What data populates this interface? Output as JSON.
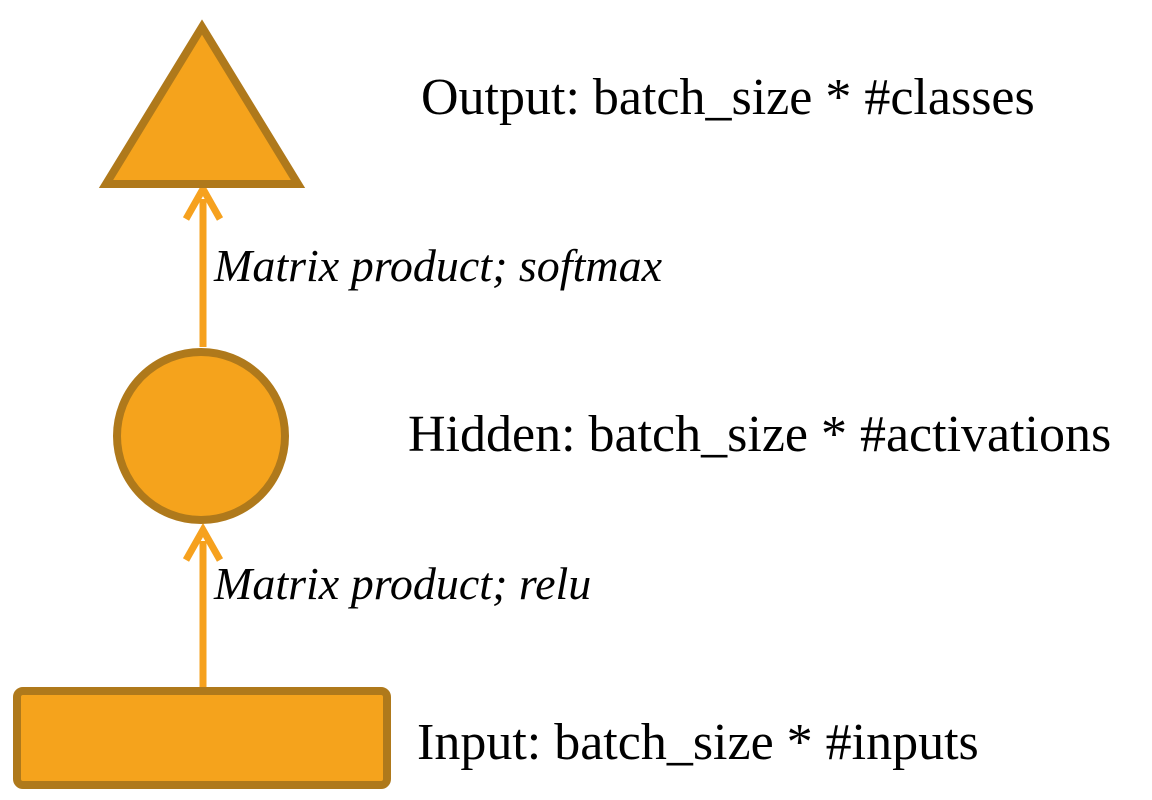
{
  "diagram": {
    "background": "#ffffff",
    "colors": {
      "shape_fill": "#F5A31C",
      "shape_stroke": "#AF791B",
      "arrow": "#F6A11E",
      "text": "#000000"
    },
    "nodes": [
      {
        "id": "output",
        "shape": "triangle",
        "label": "Output: batch_size * #classes"
      },
      {
        "id": "hidden",
        "shape": "circle",
        "label": "Hidden: batch_size * #activations"
      },
      {
        "id": "input",
        "shape": "rectangle",
        "label": "Input: batch_size * #inputs"
      }
    ],
    "edges": [
      {
        "from": "hidden",
        "to": "output",
        "label": "Matrix product; softmax"
      },
      {
        "from": "input",
        "to": "hidden",
        "label": "Matrix product; relu"
      }
    ]
  }
}
